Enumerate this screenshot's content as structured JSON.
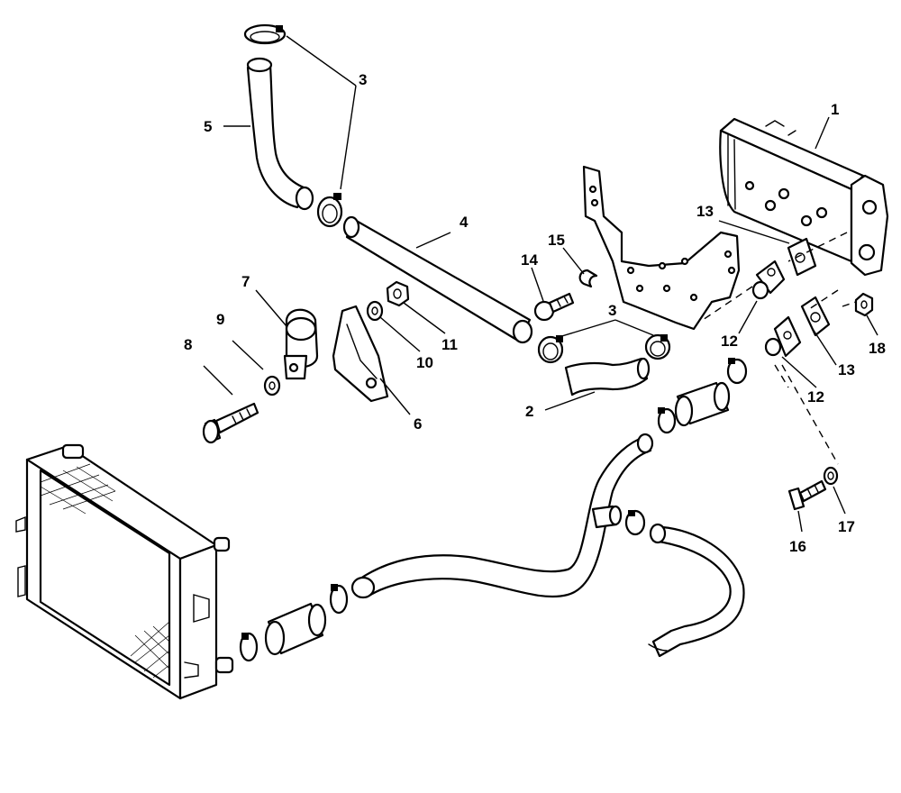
{
  "colors": {
    "line": "#000000",
    "background": "#ffffff"
  },
  "callouts": [
    {
      "id": "c1",
      "text": "1"
    },
    {
      "id": "c2",
      "text": "2"
    },
    {
      "id": "c3a",
      "text": "3"
    },
    {
      "id": "c3b",
      "text": "3"
    },
    {
      "id": "c4",
      "text": "4"
    },
    {
      "id": "c5",
      "text": "5"
    },
    {
      "id": "c6",
      "text": "6"
    },
    {
      "id": "c7",
      "text": "7"
    },
    {
      "id": "c8",
      "text": "8"
    },
    {
      "id": "c9",
      "text": "9"
    },
    {
      "id": "c10",
      "text": "10"
    },
    {
      "id": "c11",
      "text": "11"
    },
    {
      "id": "c12a",
      "text": "12"
    },
    {
      "id": "c12b",
      "text": "12"
    },
    {
      "id": "c13a",
      "text": "13"
    },
    {
      "id": "c13b",
      "text": "13"
    },
    {
      "id": "c14",
      "text": "14"
    },
    {
      "id": "c15",
      "text": "15"
    },
    {
      "id": "c16",
      "text": "16"
    },
    {
      "id": "c17",
      "text": "17"
    },
    {
      "id": "c18",
      "text": "18"
    }
  ]
}
